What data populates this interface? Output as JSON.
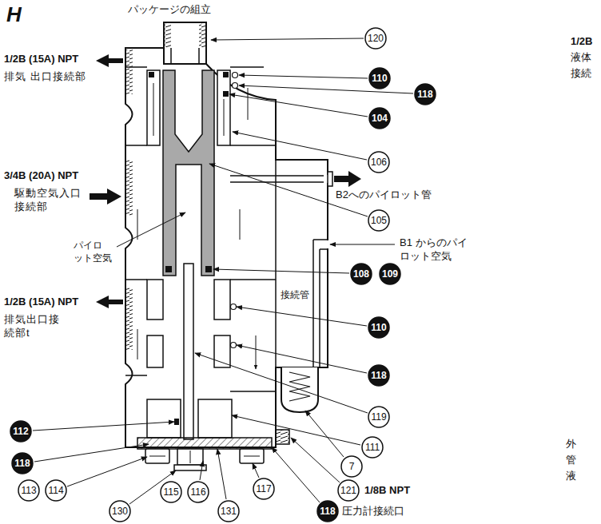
{
  "diagram": {
    "title": "パッケージの組立",
    "nodes": [
      {
        "text": [
          "120"
        ]
      },
      {
        "text": [
          "110"
        ]
      },
      {
        "text": [
          "118"
        ]
      },
      {
        "text": [
          "104"
        ]
      },
      {
        "text": [
          "106"
        ]
      },
      {
        "text": [
          "105"
        ]
      },
      {
        "text": [
          "108"
        ]
      },
      {
        "text": [
          "109"
        ]
      },
      {
        "text": [
          "110"
        ]
      },
      {
        "text": [
          "118"
        ]
      },
      {
        "text": [
          "119"
        ]
      },
      {
        "text": [
          "112"
        ]
      },
      {
        "text": [
          "111"
        ]
      },
      {
        "text": [
          "118"
        ]
      },
      {
        "text": [
          "7"
        ]
      },
      {
        "text": [
          "113"
        ]
      },
      {
        "text": [
          "114"
        ]
      },
      {
        "text": [
          "115"
        ]
      },
      {
        "text": [
          "116"
        ]
      },
      {
        "text": [
          "117"
        ]
      },
      {
        "text": [
          "121"
        ]
      },
      {
        "text": [
          "118"
        ]
      },
      {
        "text": [
          "130"
        ]
      },
      {
        "text": [
          "131"
        ]
      }
    ],
    "labels": [
      "H",
      "1/2B (15A) NPT",
      "排気 出口接続部",
      "3/4B (20A) NPT",
      "駆動空気入口 接続部",
      "パイロ ット空気",
      "1/2B (15A) NPT",
      "排気出口接 続部t",
      "B2へのパイロット管",
      "B1 からのパイ ロット空気",
      "接続管",
      "1/8B NPT",
      "圧力計接続口",
      "1/2B",
      "液体",
      "接続",
      "外",
      "管",
      "液"
    ]
  }
}
